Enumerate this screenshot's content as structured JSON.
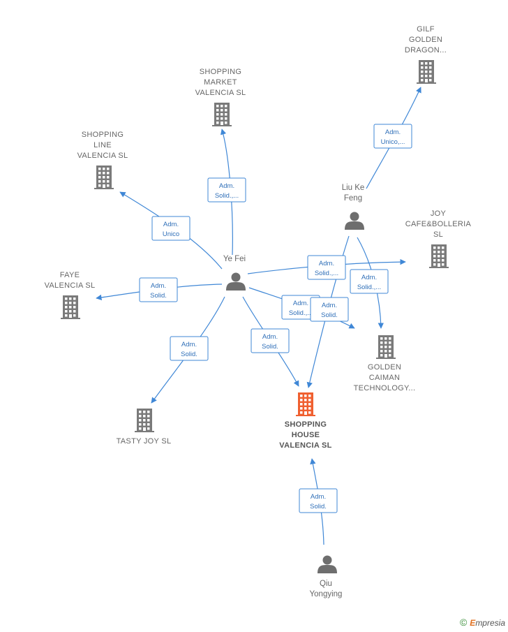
{
  "colors": {
    "edge": "#3f87d6",
    "company": "#7a7a7a",
    "company_main": "#f06030",
    "person": "#6e6e6e",
    "badge_text": "#2f6fb8"
  },
  "companies": [
    {
      "id": "gilf",
      "lines": [
        "GILF",
        "GOLDEN",
        "DRAGON..."
      ],
      "main": false
    },
    {
      "id": "market",
      "lines": [
        "SHOPPING",
        "MARKET",
        "VALENCIA  SL"
      ],
      "main": false
    },
    {
      "id": "line",
      "lines": [
        "SHOPPING",
        "LINE",
        "VALENCIA  SL"
      ],
      "main": false
    },
    {
      "id": "joy",
      "lines": [
        "JOY",
        "CAFE&BOLLERIA",
        "SL"
      ],
      "main": false
    },
    {
      "id": "faye",
      "lines": [
        "FAYE",
        "VALENCIA  SL"
      ],
      "main": false
    },
    {
      "id": "golden",
      "lines": [
        "GOLDEN",
        "CAIMAN",
        "TECHNOLOGY..."
      ],
      "main": false
    },
    {
      "id": "tasty",
      "lines": [
        "TASTY JOY  SL"
      ],
      "main": false
    },
    {
      "id": "house",
      "lines": [
        "SHOPPING",
        "HOUSE",
        "VALENCIA  SL"
      ],
      "main": true
    }
  ],
  "persons": [
    {
      "id": "liu",
      "lines": [
        "Liu Ke",
        "Feng"
      ]
    },
    {
      "id": "yefei",
      "lines": [
        "Ye Fei"
      ]
    },
    {
      "id": "qiu",
      "lines": [
        "Qiu",
        "Yongying"
      ]
    }
  ],
  "badges": [
    {
      "id": "b-liu-gilf",
      "lines": [
        "Adm.",
        "Unico,..."
      ]
    },
    {
      "id": "b-ye-market",
      "lines": [
        "Adm.",
        "Solid.,..."
      ]
    },
    {
      "id": "b-ye-line",
      "lines": [
        "Adm.",
        "Unico"
      ]
    },
    {
      "id": "b-ye-joy",
      "lines": [
        "Adm.",
        "Solid.,..."
      ]
    },
    {
      "id": "b-liu-golden",
      "lines": [
        "Adm.",
        "Solid.,..."
      ]
    },
    {
      "id": "b-ye-faye",
      "lines": [
        "Adm.",
        "Solid."
      ]
    },
    {
      "id": "b-ye-golden",
      "lines": [
        "Adm.",
        "Solid.,..."
      ]
    },
    {
      "id": "b-liu-house",
      "lines": [
        "Adm.",
        "Solid."
      ]
    },
    {
      "id": "b-ye-tasty",
      "lines": [
        "Adm.",
        "Solid."
      ]
    },
    {
      "id": "b-ye-house",
      "lines": [
        "Adm.",
        "Solid."
      ]
    },
    {
      "id": "b-qiu-house",
      "lines": [
        "Adm.",
        "Solid."
      ]
    }
  ],
  "footer": {
    "copyright": "©",
    "brand_first": "E",
    "brand_rest": "mpresia"
  }
}
